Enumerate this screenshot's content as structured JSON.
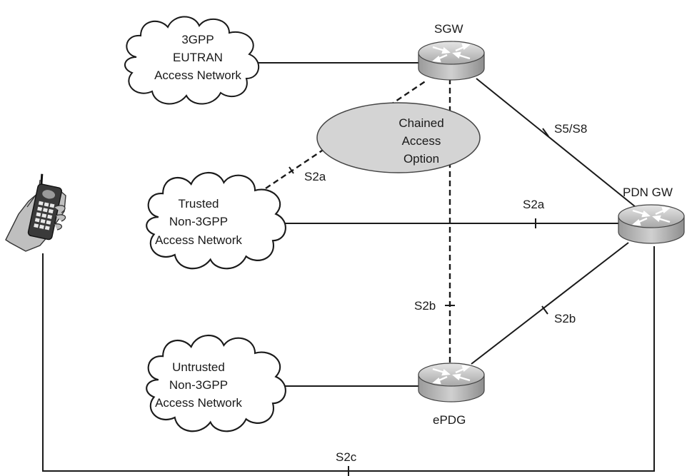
{
  "clouds": {
    "eutran": [
      "3GPP",
      "EUTRAN",
      "Access Network"
    ],
    "trusted": [
      "Trusted",
      "Non-3GPP",
      "Access Network"
    ],
    "untrusted": [
      "Untrusted",
      "Non-3GPP",
      "Access Network"
    ]
  },
  "nodes": {
    "sgw": "SGW",
    "pdn_gw": "PDN GW",
    "epdg": "ePDG"
  },
  "option": [
    "Chained",
    "Access",
    "Option"
  ],
  "interfaces": {
    "s5_s8": "S5/S8",
    "s2a_chained": "S2a",
    "s2a_direct": "S2a",
    "s2b_dashed": "S2b",
    "s2b_solid": "S2b",
    "s2c": "S2c"
  },
  "icons": [
    "router-icon",
    "cloud-icon",
    "mobile-phone-icon"
  ],
  "colors": {
    "router": "#b8b8b8",
    "ellipse": "#d4d4d4",
    "line": "#1a1a1a"
  }
}
